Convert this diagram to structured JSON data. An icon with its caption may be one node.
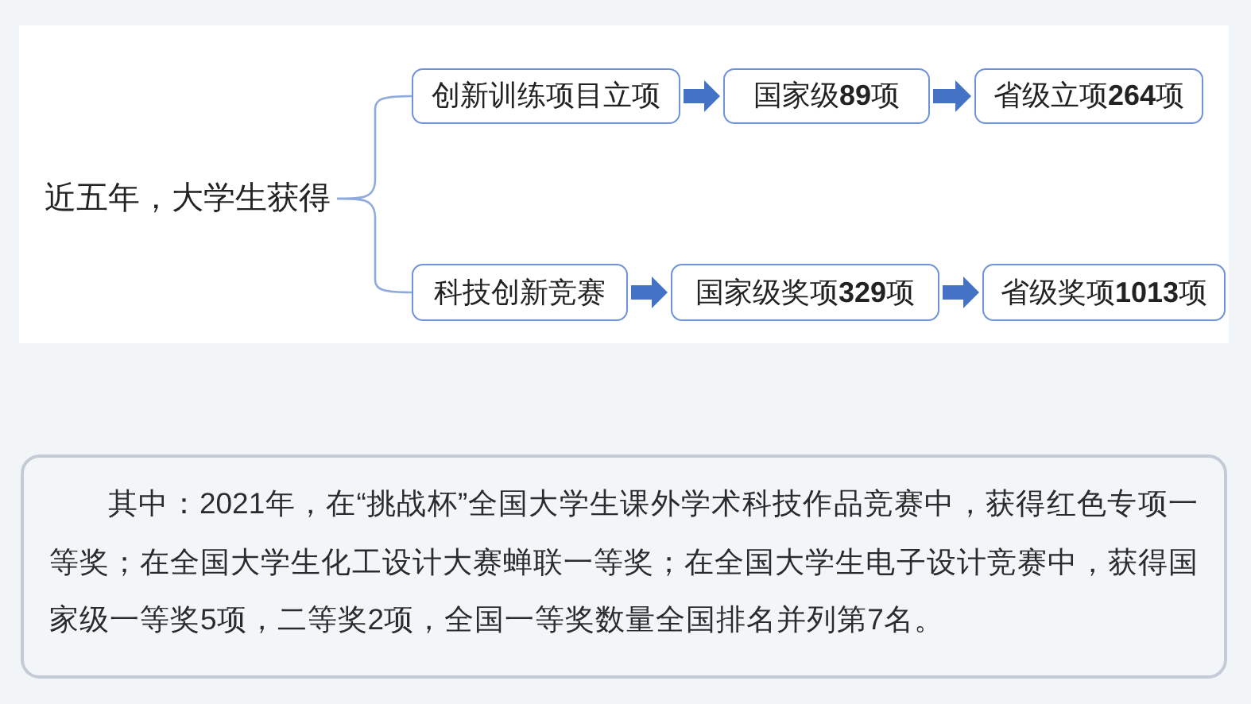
{
  "diagram": {
    "nodes": [
      {
        "text": [
          "近五年，大学生获得"
        ]
      },
      {
        "text": [
          "创新训练项目立项"
        ]
      },
      {
        "text": [
          "国家级**89**项"
        ]
      },
      {
        "text": [
          "省级立项**264**项"
        ]
      },
      {
        "text": [
          "科技创新竞赛"
        ]
      },
      {
        "text": [
          "国家级奖项**329**项"
        ]
      },
      {
        "text": [
          "省级奖项**1013**项"
        ]
      },
      {
        "text": [
          "其中：2021年，在“挑战杯”全国大学生课外学术科技作品竞赛中，获得红色专项一等奖；在全国大学生化工设计大赛蝉联一等奖；在全国大学生电子设计竞赛中，获得国家级一等奖5项，二等奖2项，全国一等奖数量全国排名并列第7名。"
        ]
      }
    ],
    "edges": [
      {
        "from": 0,
        "to": 1,
        "arrow": "none",
        "color": "#8faadc"
      },
      {
        "from": 0,
        "to": 4,
        "arrow": "none",
        "color": "#8faadc"
      },
      {
        "from": 1,
        "to": 2,
        "arrow": "to"
      },
      {
        "from": 2,
        "to": 3,
        "arrow": "to"
      },
      {
        "from": 4,
        "to": 5,
        "arrow": "to"
      },
      {
        "from": 5,
        "to": 6,
        "arrow": "to"
      }
    ]
  }
}
